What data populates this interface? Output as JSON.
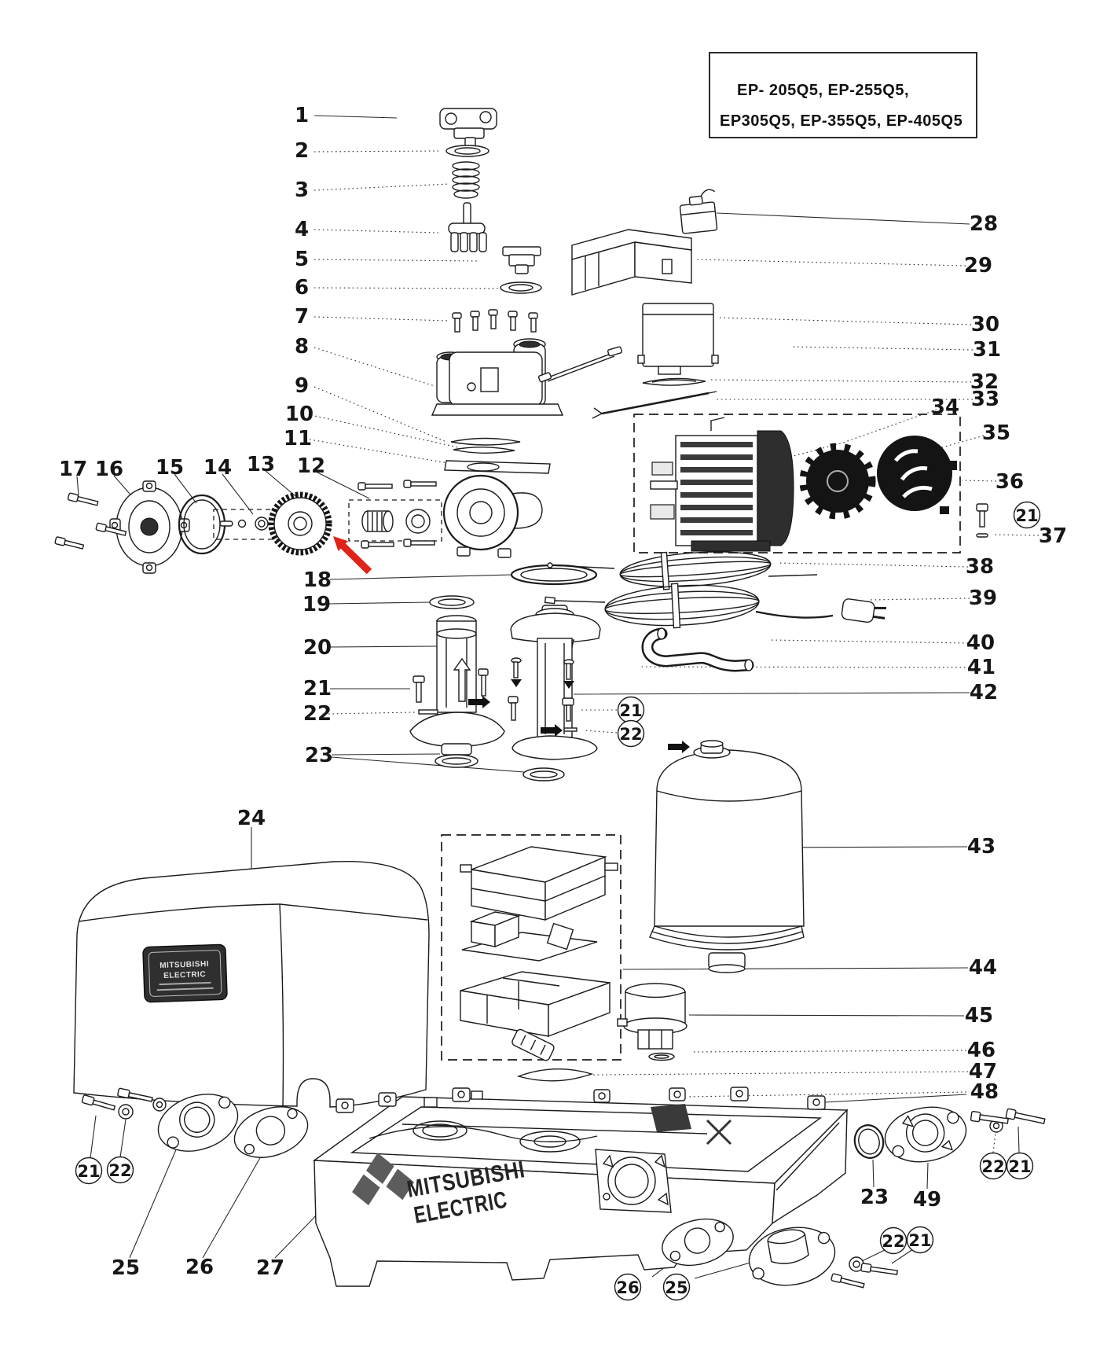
{
  "title_box": {
    "line1": "EP- 205Q5, EP-255Q5,",
    "line2": "EP305Q5, EP-355Q5, EP-405Q5"
  },
  "red_arrow": {
    "color": "#e02318"
  },
  "base_branding": {
    "line1": "MITSUBISHI",
    "line2": "ELECTRIC"
  },
  "nameplate": {
    "line1": "MITSUBISHI",
    "line2": "ELECTRIC"
  },
  "labels": {
    "n1": "1",
    "n2": "2",
    "n3": "3",
    "n4": "4",
    "n5": "5",
    "n6": "6",
    "n7": "7",
    "n8": "8",
    "n9": "9",
    "n10": "10",
    "n11": "11",
    "n12": "12",
    "n13": "13",
    "n14": "14",
    "n15": "15",
    "n16": "16",
    "n17": "17",
    "n18": "18",
    "n19": "19",
    "n20": "20",
    "n21": "21",
    "n22": "22",
    "n23": "23",
    "n24": "24",
    "n25": "25",
    "n26": "26",
    "n27": "27",
    "n28": "28",
    "n29": "29",
    "n30": "30",
    "n31": "31",
    "n32": "32",
    "n33": "33",
    "n34": "34",
    "n35": "35",
    "n36": "36",
    "n37": "37",
    "n38": "38",
    "n39": "39",
    "n40": "40",
    "n41": "41",
    "n42": "42",
    "n43": "43",
    "n44": "44",
    "n45": "45",
    "n46": "46",
    "n47": "47",
    "n48": "48",
    "n49": "49"
  }
}
